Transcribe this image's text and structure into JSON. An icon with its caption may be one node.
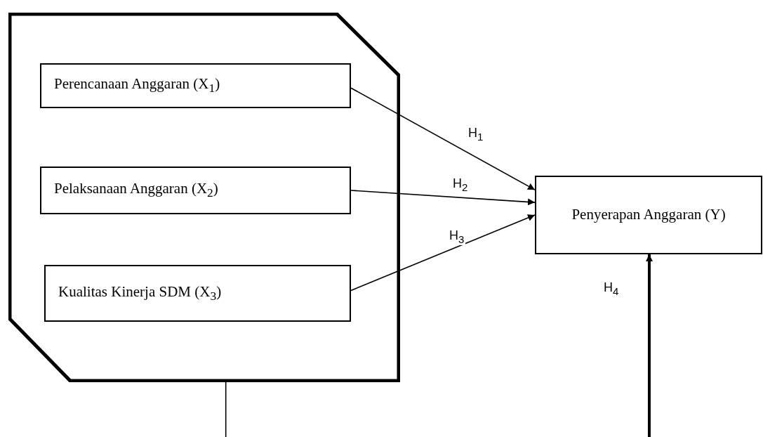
{
  "diagram": {
    "nodes": [
      {
        "text": [],
        "shape": "octagon"
      },
      {
        "text": [
          "Perencanaan Anggaran (X$_{1}$)"
        ],
        "in": 0
      },
      {
        "text": [
          "Pelaksanaan Anggaran (X$_{2}$)"
        ],
        "in": 0
      },
      {
        "text": [
          "Kualitas Kinerja SDM (X$_{3}$)"
        ],
        "in": 0
      },
      {
        "text": [
          "Penyerapan Anggaran (Y)"
        ]
      }
    ],
    "edges": [
      {
        "from": 1,
        "to": 4,
        "arrow": "to",
        "label": "H$_{1}$"
      },
      {
        "from": 2,
        "to": 4,
        "arrow": "to",
        "label": "H$_{2}$"
      },
      {
        "from": 3,
        "to": 4,
        "arrow": "to",
        "label": "H$_{3}$"
      },
      {
        "from": 0,
        "to": null,
        "arrow": "none"
      },
      {
        "from": null,
        "to": 4,
        "arrow": "to",
        "style": "thick",
        "label": "H$_{4}$"
      }
    ]
  }
}
